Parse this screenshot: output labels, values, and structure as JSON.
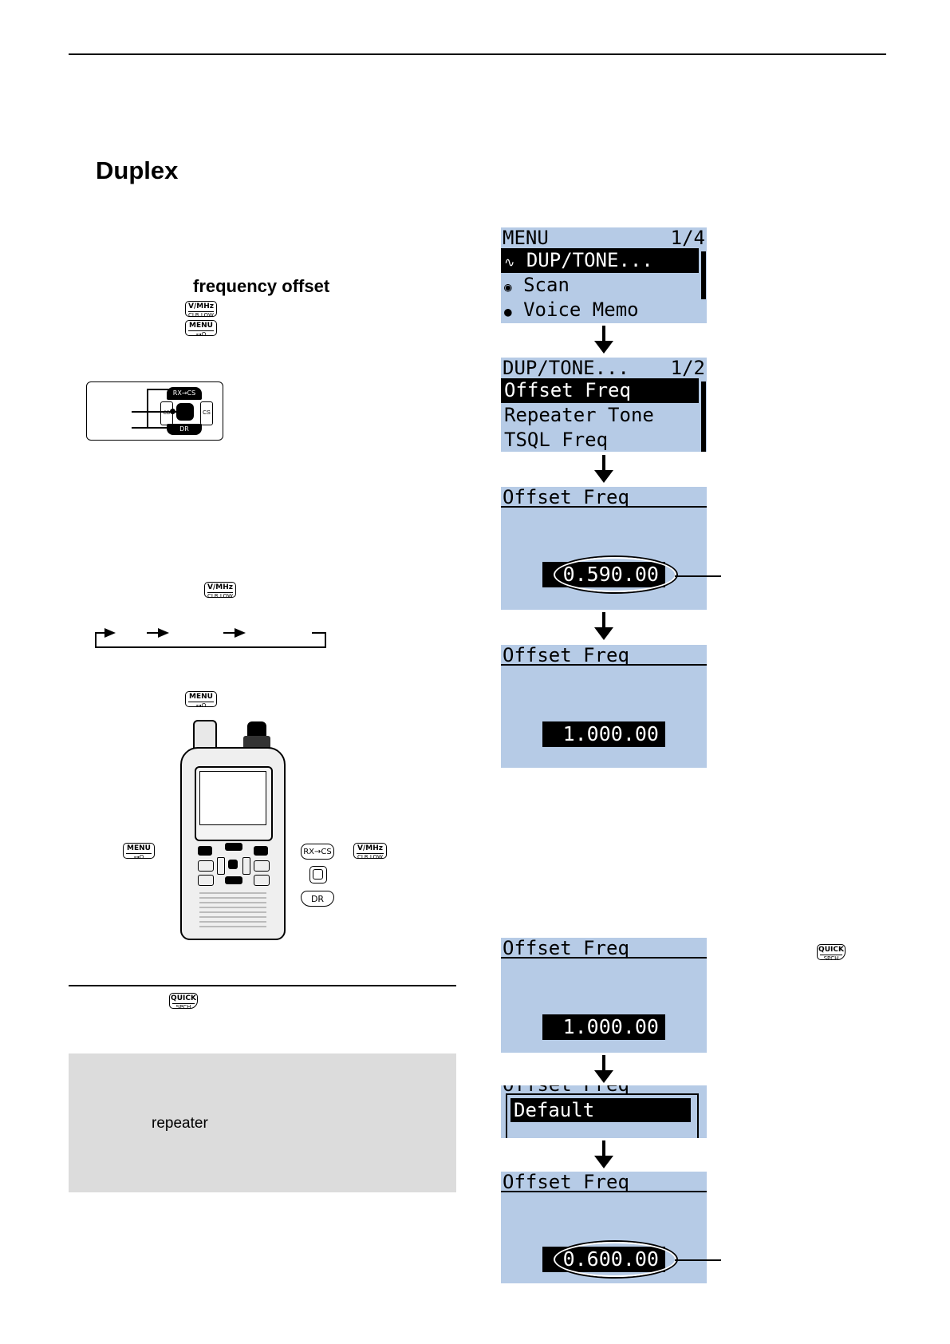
{
  "section": {
    "title": "Duplex"
  },
  "text": {
    "offset_label": "frequency offset",
    "note_word": "repeater"
  },
  "keys": {
    "vmhz_top": "V/MHz",
    "vmhz_bottom": "CLR LOW",
    "menu_top": "MENU",
    "menu_bottom": "⊶O",
    "quick_top": "QUICK",
    "quick_bottom": "SPCH",
    "rxcs": "RX→CS",
    "dr": "DR",
    "cs": "CS",
    "cd": "CD"
  },
  "screens": {
    "menu": {
      "title": "MENU",
      "page": "1/4",
      "items": [
        "DUP/TONE...",
        "Scan",
        "Voice Memo"
      ]
    },
    "duptone": {
      "title": "DUP/TONE...",
      "page": "1/2",
      "items": [
        "Offset Freq",
        "Repeater Tone",
        "TSQL Freq"
      ]
    },
    "offset1": {
      "title": "Offset Freq",
      "value": "0.590.00"
    },
    "offset2": {
      "title": "Offset Freq",
      "value": "1.000.00"
    },
    "offset3": {
      "title": "Offset Freq",
      "value": "1.000.00"
    },
    "default_popup": {
      "behind": "Offset Freq",
      "item": "Default"
    },
    "offset4": {
      "title": "Offset Freq",
      "value": "0.600.00"
    }
  }
}
